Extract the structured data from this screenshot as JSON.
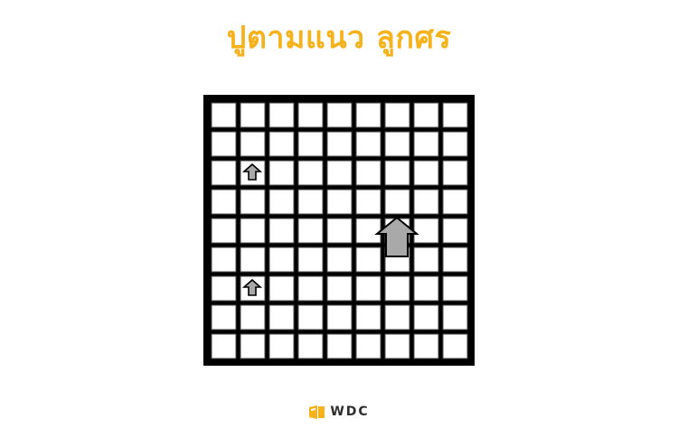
{
  "title": "ปูตามแนว ลูกศร",
  "board": {
    "rows": 9,
    "cols": 9,
    "frame_color": "#000000",
    "cell_fill": "#ffffff",
    "cell_stroke": "#4a4a4a",
    "arrow_fill": "#a9a9a9",
    "arrows": [
      {
        "row": 2,
        "col": 1,
        "direction": "up",
        "size": "small"
      },
      {
        "row": 6,
        "col": 1,
        "direction": "up",
        "size": "small"
      },
      {
        "row": 4,
        "col": 6,
        "direction": "up",
        "size": "large"
      }
    ]
  },
  "colors": {
    "title": "#f5b21b",
    "brand_text": "#2d2d2d",
    "brand_icon": "#f5b21b"
  },
  "brand": {
    "text": "WDC",
    "icon": "wdc-logo-icon"
  }
}
